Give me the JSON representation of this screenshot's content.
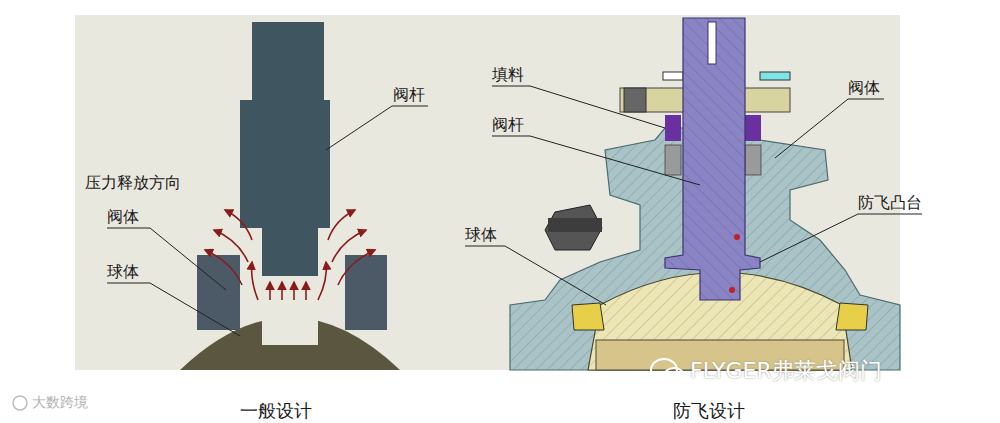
{
  "diagram": {
    "labels": [
      "阀杆",
      "压力释放方向",
      "阀体",
      "球体",
      "一般设计",
      "填料",
      "阀杆",
      "阀体",
      "防飞凸台",
      "球体",
      "防飞设计",
      "FLYGER弗莱戈阀门",
      "大数跨境"
    ]
  }
}
